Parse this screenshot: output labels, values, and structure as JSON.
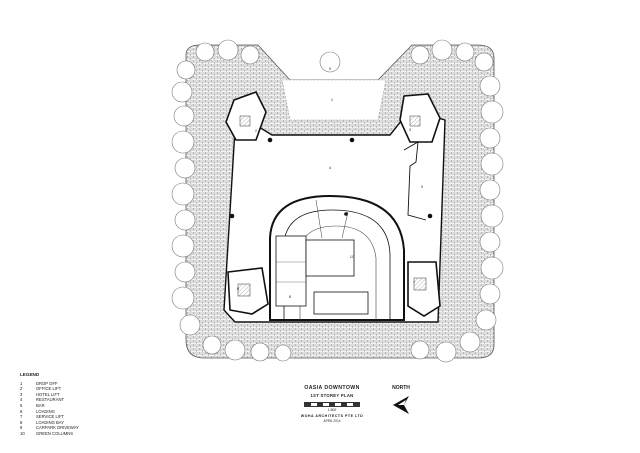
{
  "plan": {
    "labels": [
      "1",
      "2",
      "3",
      "4",
      "5",
      "6",
      "7",
      "8",
      "9",
      "10"
    ]
  },
  "legend": {
    "title": "LEGEND",
    "items": [
      {
        "num": "1",
        "text": "DROP OFF"
      },
      {
        "num": "2",
        "text": "OFFICE LIFT"
      },
      {
        "num": "3",
        "text": "HOTEL LIFT"
      },
      {
        "num": "4",
        "text": "RESTAURANT"
      },
      {
        "num": "5",
        "text": "BAR"
      },
      {
        "num": "6",
        "text": "LOADING"
      },
      {
        "num": "7",
        "text": "SERVICE LIFT"
      },
      {
        "num": "8",
        "text": "LOADING BAY"
      },
      {
        "num": "9",
        "text": "CARPARK DRIVEWAY"
      },
      {
        "num": "10",
        "text": "GREEN COLUMNS"
      }
    ]
  },
  "title_block": {
    "project": "OASIA DOWNTOWN",
    "sheet": "1ST STOREY PLAN",
    "scale": "1:500",
    "firm": "WOHA ARCHITECTS PTE LTD",
    "date": "APRIL 2014"
  },
  "north": {
    "label": "NORTH"
  }
}
